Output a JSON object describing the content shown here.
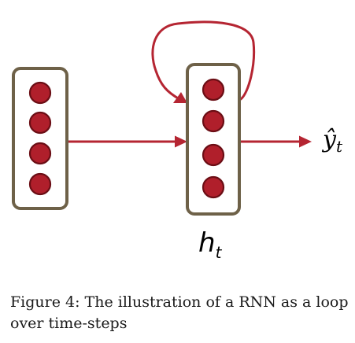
{
  "diagram": {
    "input_layer": {
      "neuron_count": 4
    },
    "hidden_layer": {
      "neuron_count": 4,
      "label": "h",
      "label_subscript": "t"
    },
    "output": {
      "label": "ŷ",
      "label_subscript": "t"
    },
    "colors": {
      "neuron_fill": "#b01f2b",
      "neuron_stroke": "#6b0e15",
      "arrow": "#b52532",
      "layer_border": "#6e6148"
    }
  },
  "caption": {
    "text": "Figure 4: The illustration of a RNN as a loop over time-steps"
  }
}
